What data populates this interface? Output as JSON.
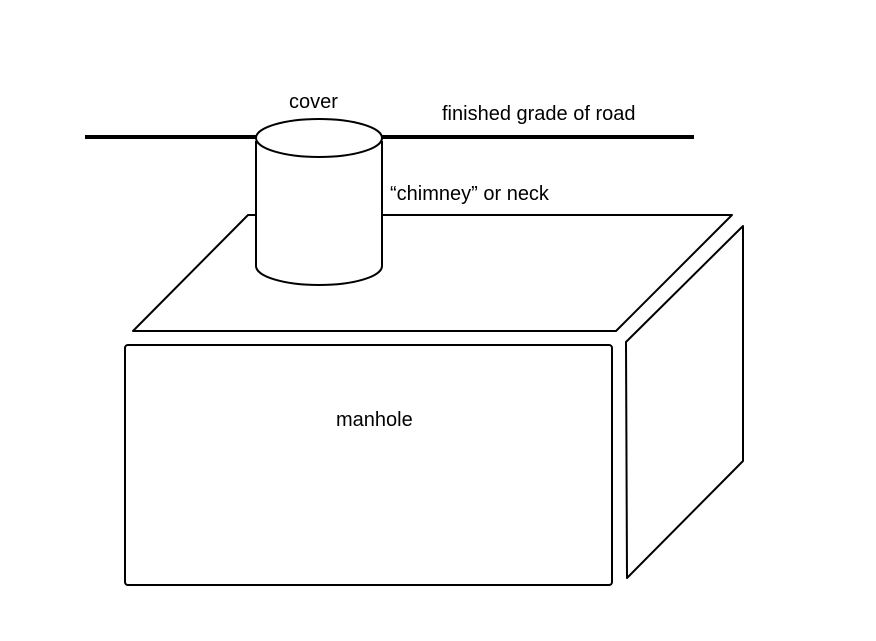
{
  "labels": {
    "cover": "cover",
    "road": "finished grade of road",
    "chimney": "“chimney” or neck",
    "manhole": "manhole"
  },
  "colors": {
    "line": "#000000",
    "background": "#ffffff"
  }
}
